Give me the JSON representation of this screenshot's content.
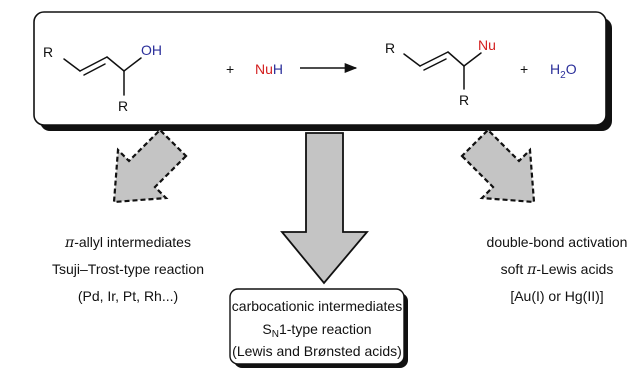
{
  "scheme": {
    "reactant": {
      "r_top": "R",
      "r_bottom": "R",
      "oh": "OH"
    },
    "plus_1": "+",
    "nucleophile": {
      "nu": "Nu",
      "h": "H"
    },
    "product": {
      "r_top": "R",
      "r_bottom": "R",
      "nu": "Nu"
    },
    "plus_2": "+",
    "water": {
      "h": "H",
      "sub": "2",
      "o": "O"
    }
  },
  "pathways": {
    "left": {
      "line1_prefix": "π",
      "line1_rest": "-allyl intermediates",
      "line2": "Tsuji–Trost-type reaction",
      "line3": "(Pd, Ir, Pt, Rh...)"
    },
    "center": {
      "line1": "carbocationic intermediates",
      "line2_s": "S",
      "line2_sub": "N",
      "line2_rest": "1-type reaction",
      "line3": "(Lewis and Brønsted acids)"
    },
    "right": {
      "line1": "double-bond activation",
      "line2_pre": "soft ",
      "line2_pi": "π",
      "line2_rest": "-Lewis acids",
      "line3": "[Au(I) or Hg(II)]"
    }
  },
  "colors": {
    "heteroatom_blue": "#2b2f9a",
    "nucleophile_red": "#d42020",
    "arrow_fill": "#c4c4c4",
    "ink": "#111111"
  }
}
